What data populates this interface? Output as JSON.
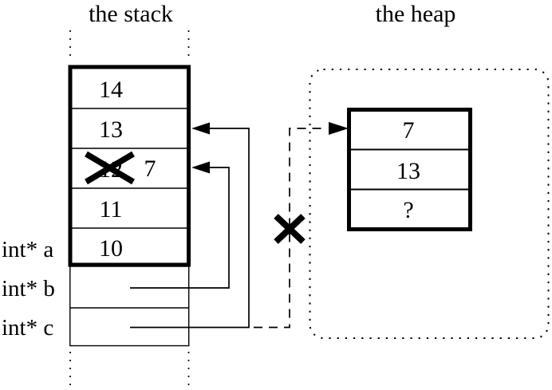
{
  "colors": {
    "ink": "#000000",
    "background": "#ffffff"
  },
  "icons": {
    "crossout": "X strokes (invalidated value / dangling pointer)",
    "arrowhead": "filled triangle pointer head"
  },
  "diagram": {
    "stack": {
      "title": "the stack",
      "cells": [
        {
          "value": "14"
        },
        {
          "value": "13"
        },
        {
          "value": "12",
          "crossed_out": true,
          "new_value": "7"
        },
        {
          "value": "11"
        },
        {
          "value": "10"
        }
      ],
      "pointer_labels": [
        {
          "label": "int* a"
        },
        {
          "label": "int* b"
        },
        {
          "label": "int* c"
        }
      ]
    },
    "heap": {
      "title": "the heap",
      "cells": [
        {
          "value": "7"
        },
        {
          "value": "13"
        },
        {
          "value": "?"
        }
      ]
    }
  }
}
